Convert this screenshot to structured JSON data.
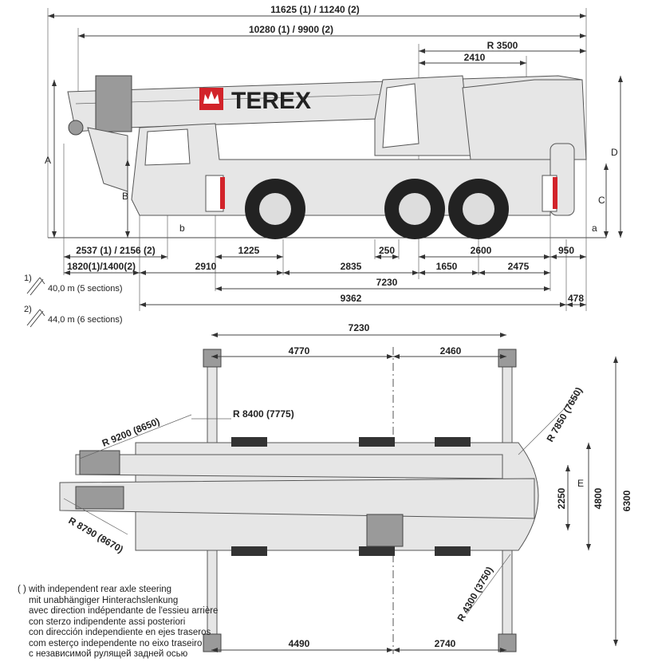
{
  "brand": "TEREX",
  "side_view": {
    "dims_top": [
      "11625 (1) / 11240 (2)",
      "10280 (1) / 9900 (2)",
      "R 3500",
      "2410"
    ],
    "row1": [
      "2537 (1) / 2156 (2)",
      "1225",
      "250",
      "2600",
      "950"
    ],
    "row2": [
      "1820(1)/1400(2)",
      "2910",
      "2835",
      "1650",
      "2475"
    ],
    "row3": [
      "7230"
    ],
    "row4": [
      "9362",
      "478"
    ],
    "letters": [
      "A",
      "B",
      "b",
      "C",
      "D",
      "a"
    ]
  },
  "booms": [
    {
      "marker": "1)",
      "text": "40,0 m (5 sections)"
    },
    {
      "marker": "2)",
      "text": "44,0 m (6 sections)"
    }
  ],
  "top_view": {
    "dims": [
      "7230",
      "4770",
      "2460",
      "4490",
      "2740",
      "2250",
      "4800",
      "6300",
      "E"
    ],
    "radii": [
      "R 9200 (8650)",
      "R 8400 (7775)",
      "R 8790 (8670)",
      "R 7850 (7650)",
      "R 4300 (3750)"
    ]
  },
  "note": {
    "marker": "( )",
    "lines": [
      "with independent rear axle steering",
      "mit unabhängiger Hinterachslenkung",
      "avec direction indépendante de l'essieu arrière",
      "con sterzo indipendente assi posteriori",
      "con dirección independiente en ejes traseros",
      "com esterço independente no eixo traseiro",
      "с независимой рулящей задней осью"
    ]
  },
  "colors": {
    "brand_red": "#d2232a",
    "body": "#e6e6e6"
  }
}
